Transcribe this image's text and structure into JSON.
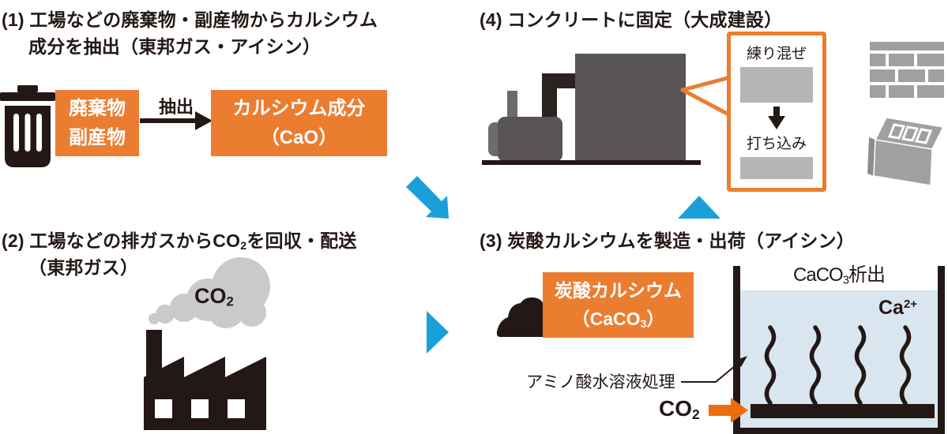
{
  "colors": {
    "accent_orange": "#EB7D31",
    "feed_arrow_orange": "#ED6D0E",
    "flow_blue": "#1AA0D8",
    "ink_dark": "#231815",
    "smoke_gray": "#C9CACA",
    "plant_gray": "#595557",
    "photo_gray": "#B5B5B6",
    "masonry_gray": "#9FA0A0",
    "water_blue": "#DAE6EF"
  },
  "icons": {
    "trash": "trash-can silhouette",
    "factory": "sawtooth-roof factory with chimney",
    "smoke": "gray smoke cloud",
    "plant": "industrial plant with tank and pipe",
    "pile": "black powder pile",
    "brick_wall": "gray brick wall",
    "concrete_block": "gray hollow concrete block",
    "flow_arrow": "blue flow arrows"
  },
  "step1": {
    "title_line1": "(1) 工場などの廃棄物・副産物からカルシウム",
    "title_line2": "成分を抽出（東邦ガス・アイシン）",
    "waste_box": {
      "line1": "廃棄物",
      "line2": "副産物"
    },
    "extract_arrow_label": "抽出",
    "cao_box": {
      "line1": "カルシウム成分",
      "line2": "（CaO）"
    }
  },
  "step2": {
    "title_line1_pre": "(2) 工場などの排ガスからCO",
    "title_line1_sub": "2",
    "title_line1_post": "を回収・配送",
    "title_line2": "（東邦ガス）",
    "smoke_label_base": "CO",
    "smoke_label_sub": "2"
  },
  "step3": {
    "title": "(3) 炭酸カルシウムを製造・出荷（アイシン）",
    "caco3_box": {
      "line1": "炭酸カルシウム",
      "line2_pre": "（CaCO",
      "line2_sub": "3",
      "line2_post": "）"
    },
    "tank": {
      "precipitate_pre": "CaCO",
      "precipitate_sub": "3",
      "precipitate_post": "析出",
      "ion_base": "Ca",
      "ion_sup": "2+",
      "solution_label": "アミノ酸水溶液処理",
      "co2_base": "CO",
      "co2_sub": "2"
    }
  },
  "step4": {
    "title": "(4) コンクリートに固定（大成建設）",
    "callout": {
      "step1": "練り混ぜ",
      "step2": "打ち込み"
    }
  }
}
